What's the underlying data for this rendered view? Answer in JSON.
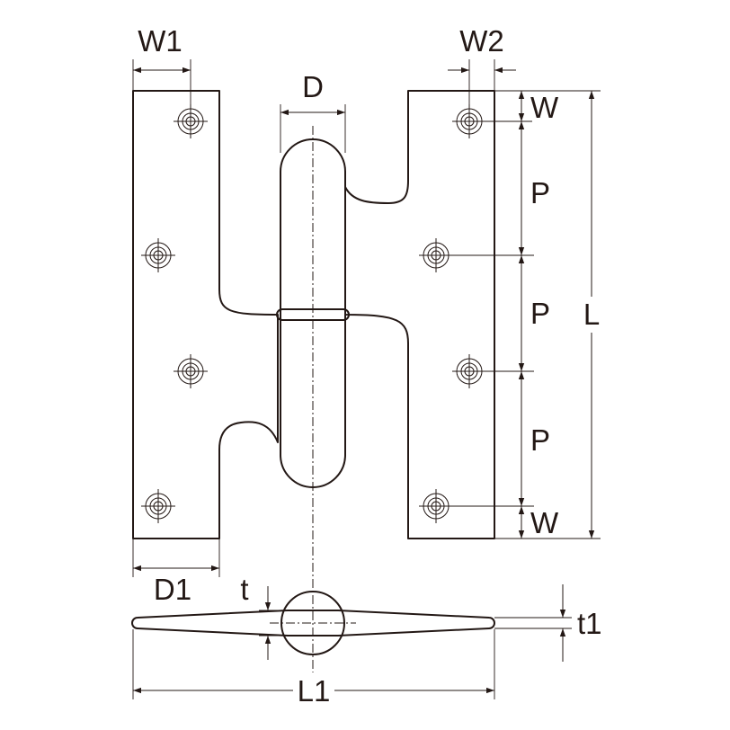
{
  "labels": {
    "w1": "W1",
    "w2": "W2",
    "d": "D",
    "w_top": "W",
    "p1": "P",
    "p2": "P",
    "p3": "P",
    "w_bottom": "W",
    "l": "L",
    "d1": "D1",
    "t": "t",
    "t1": "t1",
    "l1": "L1"
  },
  "colors": {
    "line": "#231815",
    "background": "#ffffff"
  }
}
